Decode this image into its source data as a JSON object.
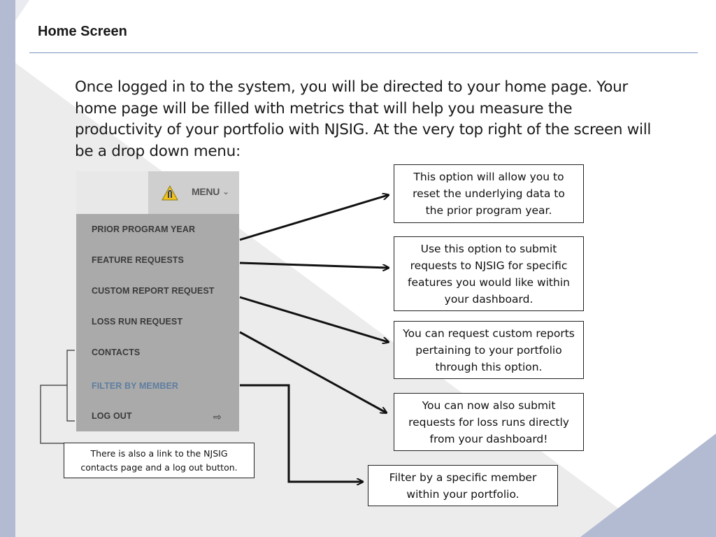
{
  "slide": {
    "title": "Home Screen",
    "intro": "Once logged in to the system, you will be directed to your home page. Your home page will be filled with metrics that will help you measure the productivity of your portfolio with NJSIG. At the very top right of the screen will be a drop down menu:"
  },
  "menu": {
    "label": "MENU",
    "icons": {
      "header": "warning-icon",
      "dropdown": "chevron-down-icon",
      "logout": "logout-icon"
    },
    "items": [
      {
        "label": "PRIOR PROGRAM YEAR"
      },
      {
        "label": "FEATURE REQUESTS"
      },
      {
        "label": "CUSTOM REPORT REQUEST"
      },
      {
        "label": "LOSS RUN REQUEST"
      },
      {
        "label": "CONTACTS"
      },
      {
        "label": "FILTER BY MEMBER"
      },
      {
        "label": "LOG OUT"
      }
    ]
  },
  "callouts": {
    "prior_year": "This option will allow you to reset the underlying data to the prior program year.",
    "feature_requests": "Use this option to submit requests to NJSIG for specific features you would like within your dashboard.",
    "custom_report": "You can request custom reports pertaining to your portfolio through this option.",
    "loss_run": "You can now also submit requests for loss runs directly from your dashboard!",
    "filter_member": "Filter by a specific member within your portfolio.",
    "contacts_logout": "There is also a link to the NJSIG contacts page and a log out button."
  },
  "colors": {
    "accent_band": "#b3bbd3",
    "title_rule": "#7a96c0",
    "menu_bg": "#aaaaaa",
    "filter_item": "#5f7ea0"
  }
}
